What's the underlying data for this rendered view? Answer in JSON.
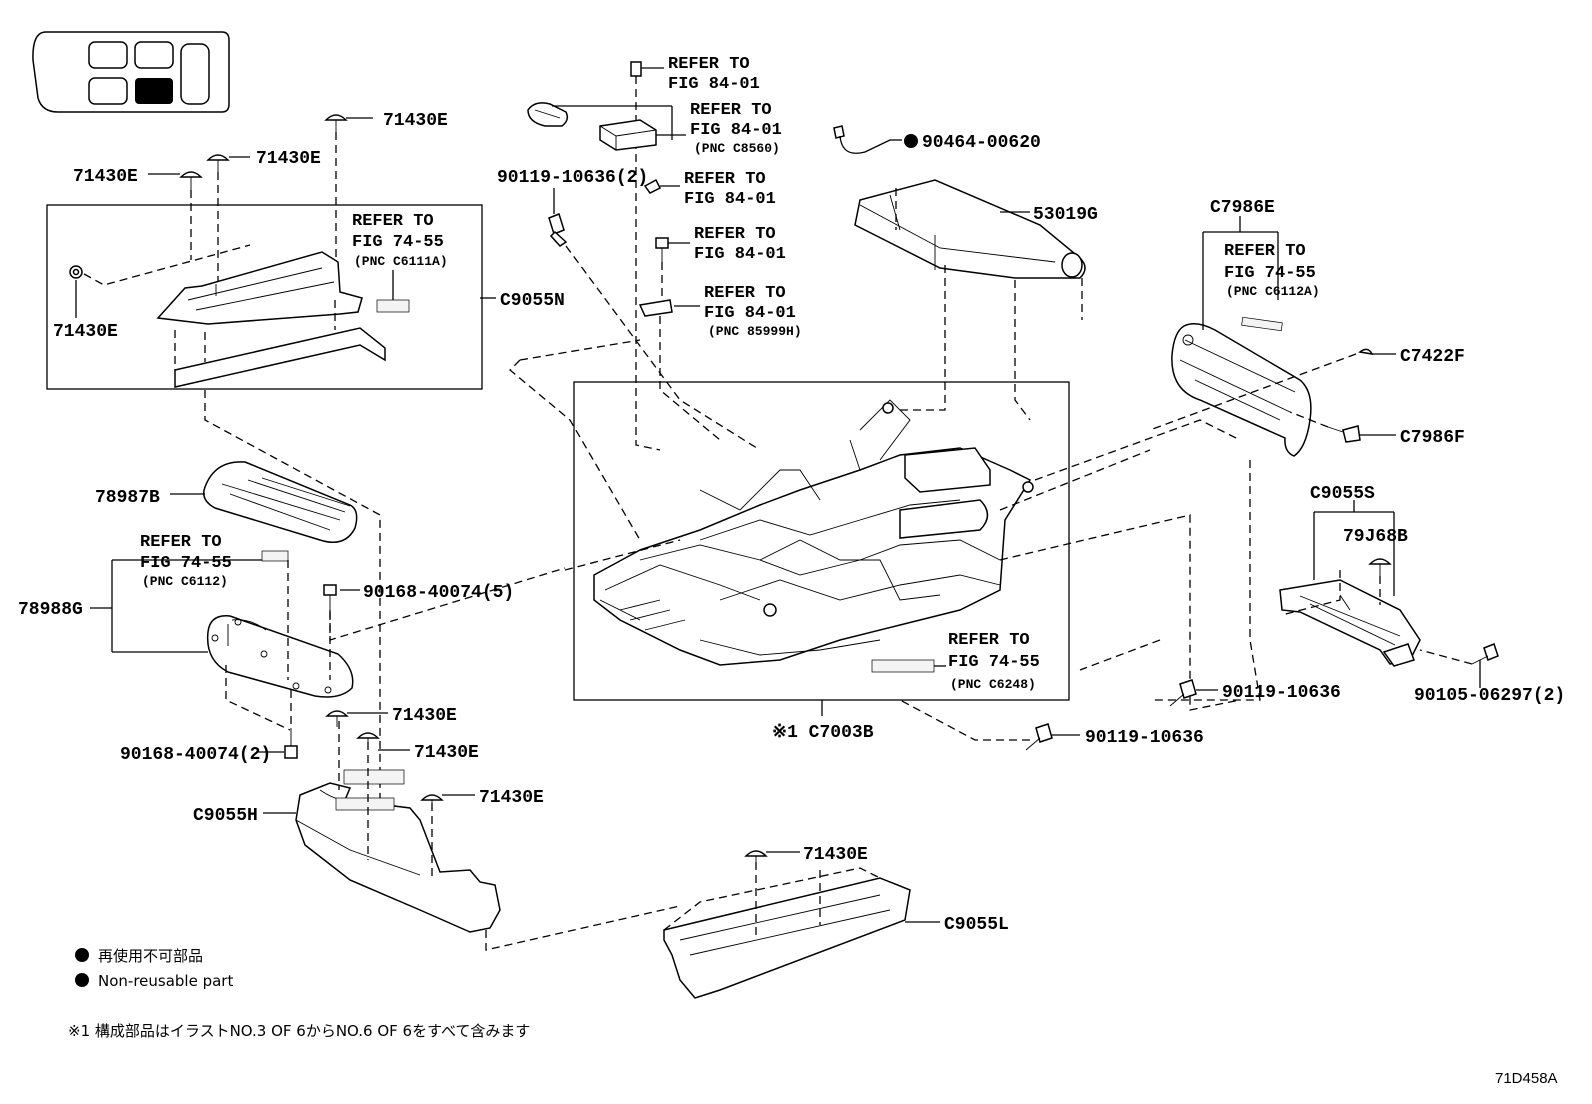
{
  "labels": {
    "p71430e_top": "71430E",
    "p71430e_mid": "71430E",
    "p71430e_left": "71430E",
    "p71430e_box": "71430E",
    "refer_c6111a_1": "REFER TO",
    "refer_c6111a_2": "FIG 74-55",
    "refer_c6111a_3": "(PNC C6111A)",
    "p_c9055n": "C9055N",
    "p78987b": "78987B",
    "refer_c6112_1": "REFER TO",
    "refer_c6112_2": "FIG 74-55",
    "refer_c6112_3": "(PNC C6112)",
    "p78988g": "78988G",
    "p90168_5": "90168-40074(5)",
    "p90168_2": "90168-40074(2)",
    "p71430e_h1": "71430E",
    "p71430e_h2": "71430E",
    "p71430e_h3": "71430E",
    "p_c9055h": "C9055H",
    "refer_84_a1": "REFER TO",
    "refer_84_a2": "FIG 84-01",
    "refer_84_b1": "REFER TO",
    "refer_84_b2": "FIG 84-01",
    "refer_84_b3": "(PNC C8560)",
    "p90119_2": "90119-10636(2)",
    "refer_84_c1": "REFER TO",
    "refer_84_c2": "FIG 84-01",
    "refer_84_d1": "REFER TO",
    "refer_84_d2": "FIG 84-01",
    "refer_84_e1": "REFER TO",
    "refer_84_e2": "FIG 84-01",
    "refer_84_e3": "(PNC 85999H)",
    "p90464": "90464-00620",
    "p53019g": "53019G",
    "refer_c6248_1": "REFER TO",
    "refer_c6248_2": "FIG 74-55",
    "refer_c6248_3": "(PNC C6248)",
    "p_c7003b": "※1 C7003B",
    "p90119_a": "90119-10636",
    "p90119_b": "90119-10636",
    "p71430e_l": "71430E",
    "p_c9055l": "C9055L",
    "p_c7986e": "C7986E",
    "refer_c6112a_1": "REFER TO",
    "refer_c6112a_2": "FIG 74-55",
    "refer_c6112a_3": "(PNC C6112A)",
    "p_c7422f": "C7422F",
    "p_c7986f": "C7986F",
    "p_c9055s": "C9055S",
    "p79j68b": "79J68B",
    "p90105": "90105-06297(2)"
  },
  "legend": {
    "jp": "再使用不可部品",
    "en": "Non-reusable part"
  },
  "footnote": "※1 構成部品はイラストNO.3 OF 6からNO.6 OF 6をすべて含みます",
  "figure_code": "71D458A",
  "colors": {
    "line": "#000000",
    "background": "#ffffff",
    "highlight": "#000000"
  }
}
